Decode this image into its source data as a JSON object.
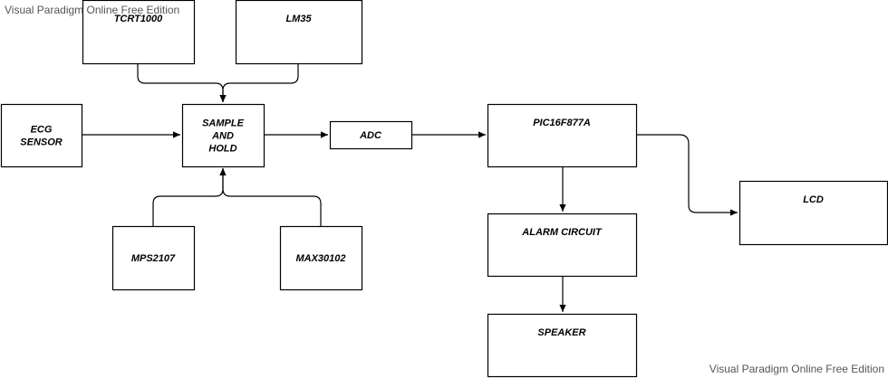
{
  "watermark": {
    "top": "Visual Paradigm Online Free Edition",
    "bottom": "Visual Paradigm Online Free Edition"
  },
  "blocks": {
    "tcrt": [
      "TCRT1000"
    ],
    "lm35": [
      "LM35"
    ],
    "ecg": [
      "ECG",
      "SENSOR"
    ],
    "sample": [
      "SAMPLE",
      "AND",
      "HOLD"
    ],
    "adc": [
      "ADC"
    ],
    "pic": [
      "PIC16F877A"
    ],
    "lcd": [
      "LCD"
    ],
    "alarm": [
      "ALARM CIRCUIT"
    ],
    "speaker": [
      "SPEAKER"
    ],
    "mps": [
      "MPS2107"
    ],
    "max": [
      "MAX30102"
    ]
  },
  "connections": [
    {
      "from": "tcrt",
      "to": "sample"
    },
    {
      "from": "lm35",
      "to": "sample"
    },
    {
      "from": "ecg",
      "to": "sample"
    },
    {
      "from": "mps",
      "to": "sample"
    },
    {
      "from": "max",
      "to": "sample"
    },
    {
      "from": "sample",
      "to": "adc"
    },
    {
      "from": "adc",
      "to": "pic"
    },
    {
      "from": "pic",
      "to": "alarm"
    },
    {
      "from": "pic",
      "to": "lcd"
    },
    {
      "from": "alarm",
      "to": "speaker"
    }
  ]
}
